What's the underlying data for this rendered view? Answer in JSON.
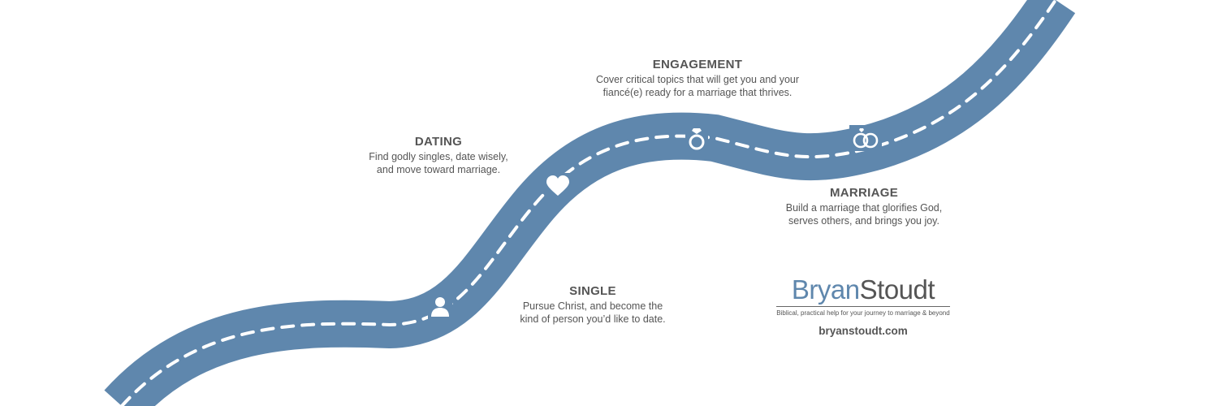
{
  "colors": {
    "road": "#5f87ad",
    "dash": "#ffffff",
    "text": "#555555",
    "brand_accent": "#5f87ad"
  },
  "stages": {
    "single": {
      "title": "SINGLE",
      "description": "Pursue Christ, and become the\nkind of person you’d like to date.",
      "icon": "person-icon"
    },
    "dating": {
      "title": "DATING",
      "description": "Find godly singles, date wisely,\nand move toward marriage.",
      "icon": "heart-icon"
    },
    "engagement": {
      "title": "ENGAGEMENT",
      "description": "Cover critical topics that will get you and your\nfiancé(e) ready for a marriage that thrives.",
      "icon": "ring-icon"
    },
    "marriage": {
      "title": "MARRIAGE",
      "description": "Build a marriage that glorifies God,\nserves others, and brings you joy.",
      "icon": "wedding-rings-icon"
    }
  },
  "brand": {
    "first": "Bryan",
    "last": "Stoudt",
    "tagline": "Biblical, practical help for your journey to marriage & beyond",
    "url": "bryanstoudt.com"
  }
}
